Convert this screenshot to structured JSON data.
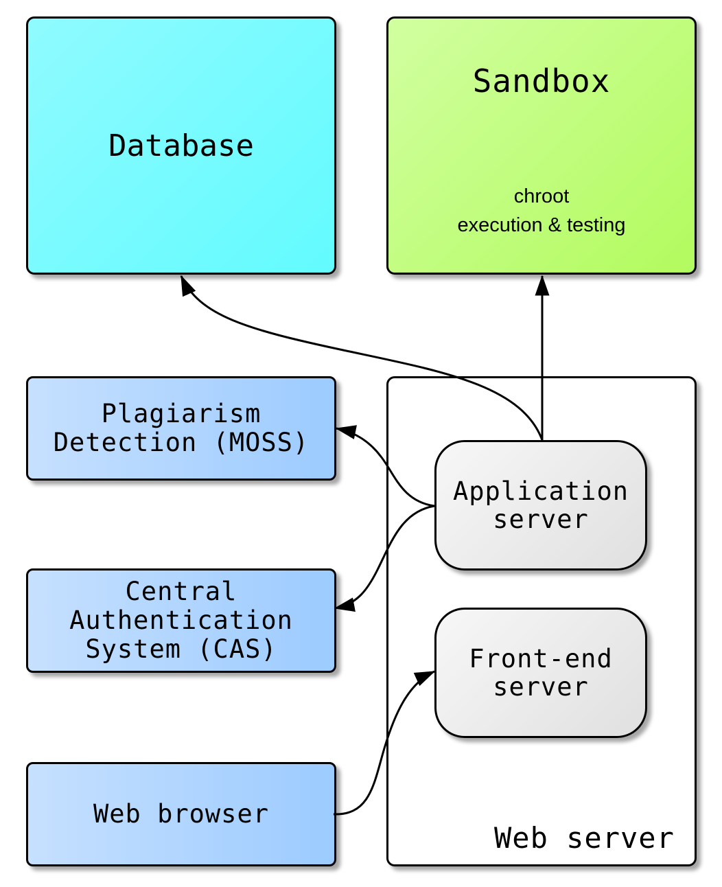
{
  "nodes": {
    "database": {
      "title": "Database"
    },
    "sandbox": {
      "title": "Sandbox",
      "subtitle_lines": [
        "chroot",
        "execution & testing"
      ]
    },
    "moss": {
      "lines": [
        "Plagiarism",
        "Detection (MOSS)"
      ]
    },
    "cas": {
      "lines": [
        "Central",
        "Authentication",
        "System (CAS)"
      ]
    },
    "browser": {
      "label": "Web browser"
    },
    "web_server": {
      "label": "Web server"
    },
    "app_server": {
      "lines": [
        "Application",
        "server"
      ]
    },
    "frontend_server": {
      "lines": [
        "Front-end",
        "server"
      ]
    }
  },
  "edges": [
    {
      "from": "Application server",
      "to": "Database"
    },
    {
      "from": "Application server",
      "to": "Sandbox"
    },
    {
      "from": "Application server",
      "to": "Plagiarism Detection (MOSS)"
    },
    {
      "from": "Application server",
      "to": "Central Authentication System (CAS)"
    },
    {
      "from": "Web browser",
      "to": "Front-end server"
    }
  ],
  "colors": {
    "database": "#62fbff",
    "sandbox": "#b2fb5e",
    "external_service": "#9ccbff",
    "server_node": "#e0e0e0"
  }
}
